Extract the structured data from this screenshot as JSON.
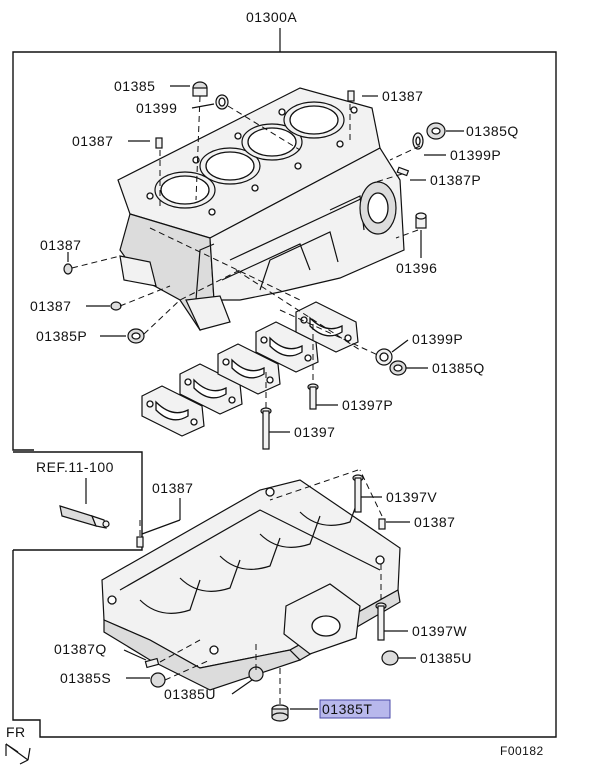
{
  "diagram": {
    "assembly_label": "01300A",
    "figure_code": "F00182",
    "ref_label": "REF.11-100",
    "fr_label": "FR",
    "highlight_color": "#b8b8ec",
    "callouts": {
      "c01385_top": "01385",
      "c01399_top": "01399",
      "c01387_top_center": "01387",
      "c01387_top_left": "01387",
      "c01385q_top": "01385Q",
      "c01399p_top": "01399P",
      "c01387p": "01387P",
      "c01396": "01396",
      "c01387_left1": "01387",
      "c01387_left2": "01387",
      "c01385p": "01385P",
      "c01399p_mid": "01399P",
      "c01385q_mid": "01385Q",
      "c01397p": "01397P",
      "c01397": "01397",
      "c01387_lower_left": "01387",
      "c01397v": "01397V",
      "c01387_lower_right": "01387",
      "c01397w": "01397W",
      "c01387q": "01387Q",
      "c01385u_right": "01385U",
      "c01385s": "01385S",
      "c01385u_bottom": "01385U",
      "c01385t": "01385T"
    }
  }
}
